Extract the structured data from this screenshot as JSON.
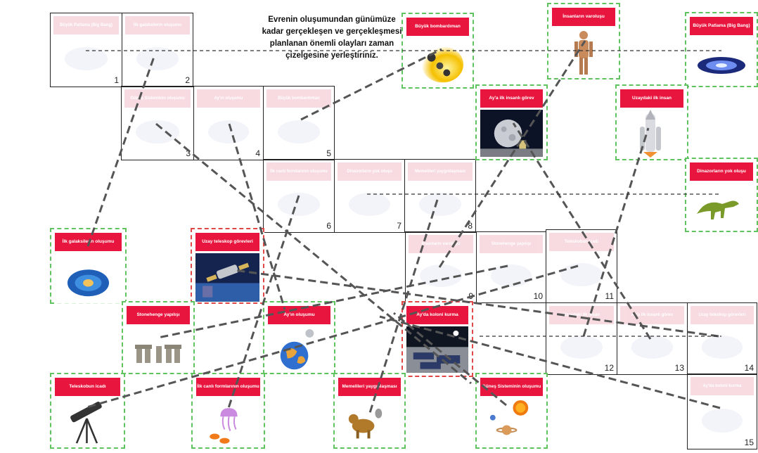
{
  "instruction": "Evrenin oluşumundan günümüze kadar gerçekleşen ve gerçekleşmesi planlanan önemli olayları zaman çizelgesine yerleştiriniz.",
  "slots": [
    {
      "num": "1",
      "ghost": "Büyük Patlama (Big Bang)"
    },
    {
      "num": "2",
      "ghost": "İlk galaksilerin oluşumu"
    },
    {
      "num": "3",
      "ghost": "Güneş Sisteminin oluşumu"
    },
    {
      "num": "4",
      "ghost": "Ay'ın oluşumu"
    },
    {
      "num": "5",
      "ghost": "Büyük bombardıman"
    },
    {
      "num": "6",
      "ghost": "İlk canlı formlarının oluşumu"
    },
    {
      "num": "7",
      "ghost": "Dinazorların yok oluşu"
    },
    {
      "num": "8",
      "ghost": "Memelileri yaygınlaşması"
    },
    {
      "num": "9",
      "ghost": "İnsanların varoluşu"
    },
    {
      "num": "10",
      "ghost": "Stonehenge yapılışı"
    },
    {
      "num": "11",
      "ghost": "Teleskobun icadı"
    },
    {
      "num": "12",
      "ghost": "Uzaydaki ilk insan"
    },
    {
      "num": "13",
      "ghost": "Ay'a ilk insanlı görev"
    },
    {
      "num": "14",
      "ghost": "Uzay teleskop görevleri"
    },
    {
      "num": "15",
      "ghost": "Ay'da koloni kurma"
    }
  ],
  "cards": [
    {
      "key": "buyuk-bombardiman",
      "title": "Büyük bombardıman",
      "icon": "meteor-icon"
    },
    {
      "key": "insanlarin-varolusu",
      "title": "İnsanların varoluşu",
      "icon": "human-icon"
    },
    {
      "key": "big-bang",
      "title": "Büyük Patlama (Big Bang)",
      "icon": "galaxy-disk-icon"
    },
    {
      "key": "ay-ilk-insanli-gorev",
      "title": "Ay'a ilk insanlı görev",
      "icon": "moon-landing-icon"
    },
    {
      "key": "uzaydaki-ilk-insan",
      "title": "Uzaydaki ilk insan",
      "icon": "rocket-icon"
    },
    {
      "key": "dinazorlarin-yok-olusu",
      "title": "Dinazorların yok oluşu",
      "icon": "dinosaur-icon"
    },
    {
      "key": "ilk-galaksiler",
      "title": "İlk galaksilerin oluşumu",
      "icon": "spiral-galaxy-icon"
    },
    {
      "key": "uzay-teleskop",
      "title": "Uzay teleskop görevleri",
      "icon": "space-telescope-icon"
    },
    {
      "key": "stonehenge",
      "title": "Stonehenge yapılışı",
      "icon": "stonehenge-icon"
    },
    {
      "key": "ay-olusumu",
      "title": "Ay'ın oluşumu",
      "icon": "earth-moon-icon"
    },
    {
      "key": "ay-koloni",
      "title": "Ay'da koloni kurma",
      "icon": "moon-colony-icon"
    },
    {
      "key": "teleskop-icadi",
      "title": "Teleskobun icadı",
      "icon": "telescope-icon"
    },
    {
      "key": "ilk-canli",
      "title": "İlk canlı formlarının oluşumu",
      "icon": "jellyfish-icon"
    },
    {
      "key": "memeliler",
      "title": "Memelileri yaygınlaşması",
      "icon": "mammal-icon"
    },
    {
      "key": "gunes-sistemi",
      "title": "Güneş Sisteminin oluşumu",
      "icon": "solar-system-icon"
    }
  ],
  "colors": {
    "title_red": "#e8163e",
    "card_border_green": "#5fc45f",
    "card_border_red": "#e04848",
    "line_gray": "#555555"
  }
}
